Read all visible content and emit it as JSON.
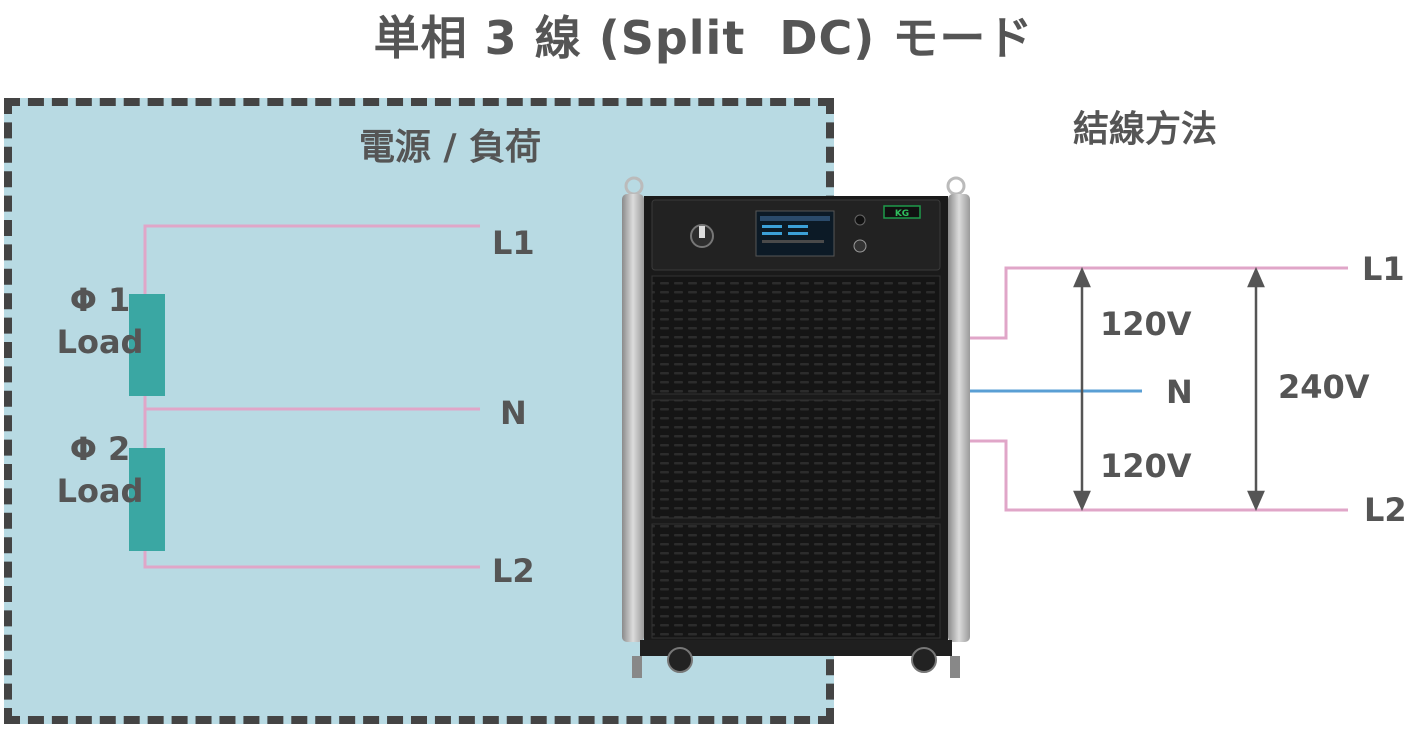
{
  "title": "単相 3 線 (Split  DC) モード",
  "load_side": {
    "title": "電源 / 負荷",
    "terminals": {
      "l1": "L1",
      "n": "N",
      "l2": "L2"
    },
    "loads": [
      {
        "phase": "Φ 1",
        "name": "Load"
      },
      {
        "phase": "Φ 2",
        "name": "Load"
      }
    ]
  },
  "connection": {
    "title": "結線方法",
    "terminals": {
      "l1": "L1",
      "n": "N",
      "l2": "L2"
    },
    "voltages": {
      "l1_n": "120V",
      "n_l2": "120V",
      "l1_l2": "240V"
    }
  },
  "colors": {
    "panel_bg": "#b8dae3",
    "dashed_border": "#444444",
    "line_wire": "#e0a6c8",
    "neutral_wire": "#5a9fd4",
    "load_block": "#3aa7a3",
    "arrow": "#555555",
    "text": "#555555"
  },
  "device": {
    "brand_badge": "KG"
  }
}
